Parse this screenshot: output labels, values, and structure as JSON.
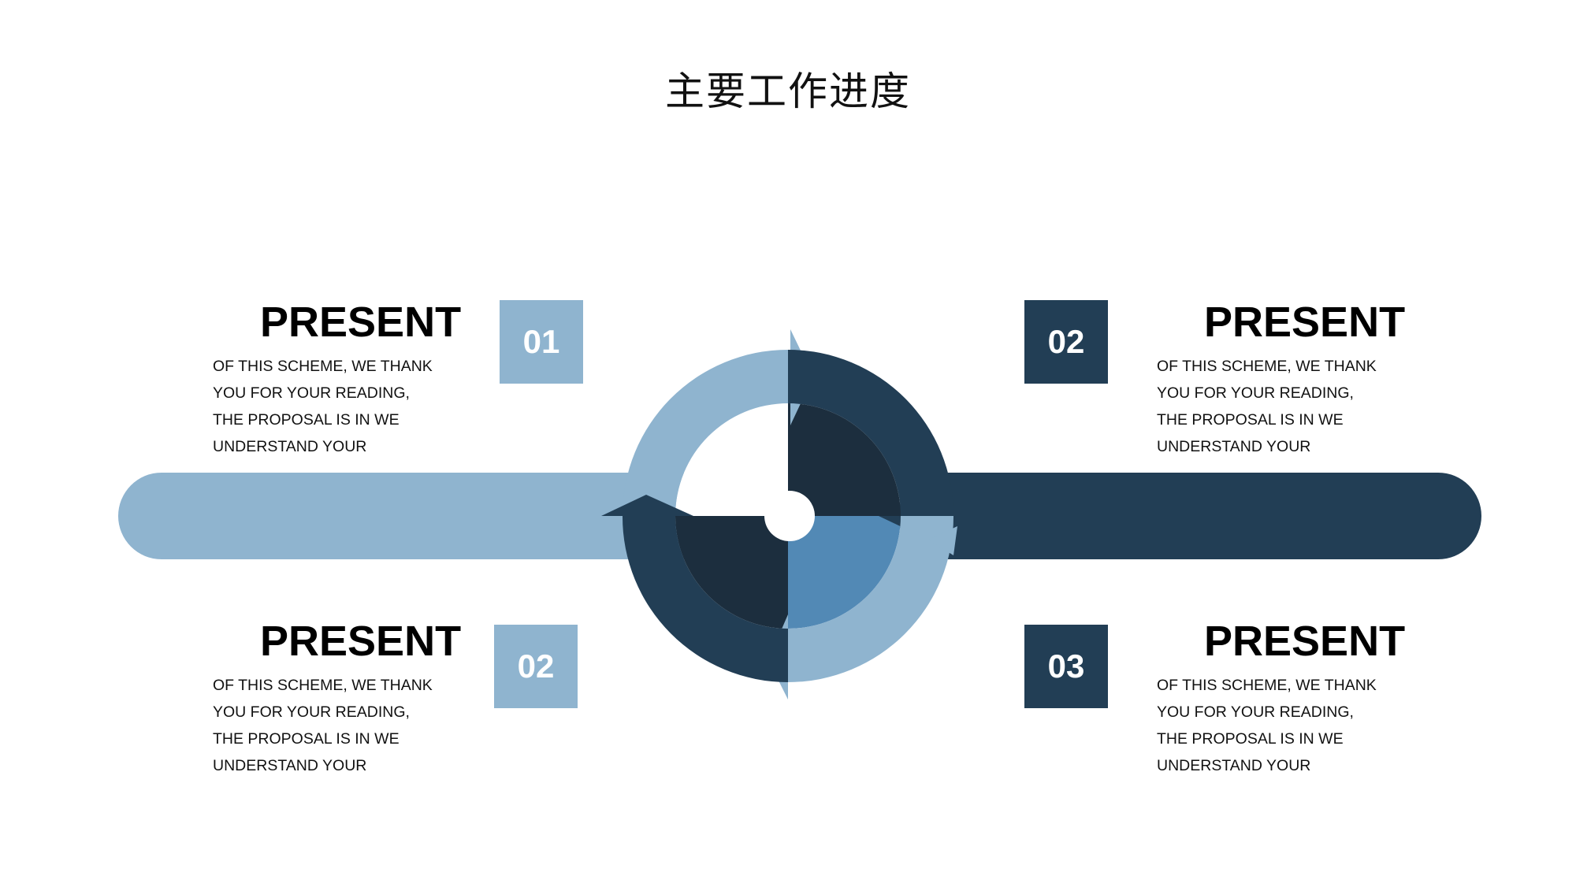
{
  "title": "主要工作进度",
  "colors": {
    "light_blue": "#8fb4cf",
    "dark_navy": "#223e55",
    "darkest": "#1c2e3e",
    "mid_blue": "#5289b5"
  },
  "items": [
    {
      "number": "01",
      "heading": "PRESENT",
      "body": "OF THIS SCHEME, WE THANK\nYOU FOR YOUR READING,\nTHE PROPOSAL IS IN WE\nUNDERSTAND YOUR"
    },
    {
      "number": "02",
      "heading": "PRESENT",
      "body": "OF THIS SCHEME, WE THANK\nYOU FOR YOUR READING,\nTHE PROPOSAL IS IN WE\nUNDERSTAND YOUR"
    },
    {
      "number": "02",
      "heading": "PRESENT",
      "body": "OF THIS SCHEME, WE THANK\nYOU FOR YOUR READING,\nTHE PROPOSAL IS IN WE\nUNDERSTAND YOUR"
    },
    {
      "number": "03",
      "heading": "PRESENT",
      "body": "OF THIS SCHEME, WE THANK\nYOU FOR YOUR READING,\nTHE PROPOSAL IS IN WE\nUNDERSTAND YOUR"
    }
  ]
}
